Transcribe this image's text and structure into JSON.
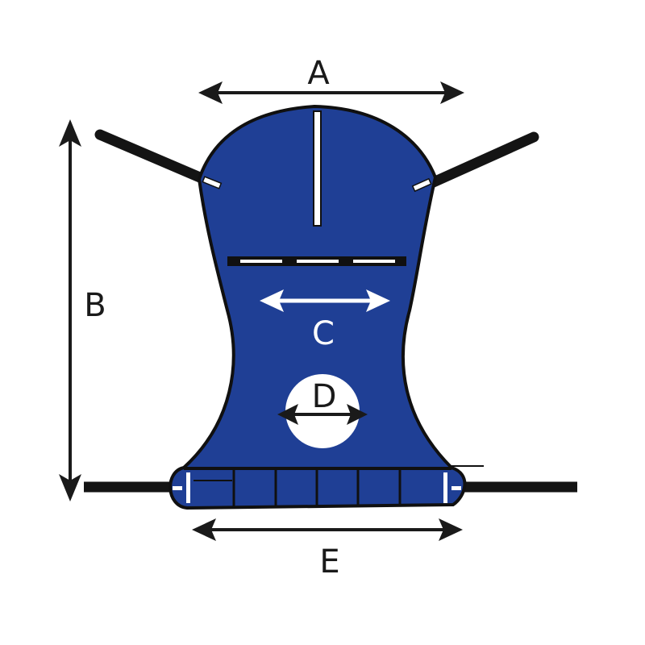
{
  "colors": {
    "sling_fill": "#1f3f95",
    "outline": "#101010",
    "strap": "#141414",
    "arrow_dark": "#1a1a1a",
    "arrow_light": "#ffffff",
    "hole": "#ffffff",
    "background": "#ffffff"
  },
  "dimensions": {
    "a": "A",
    "b": "B",
    "c": "C",
    "d": "D",
    "e": "E"
  }
}
